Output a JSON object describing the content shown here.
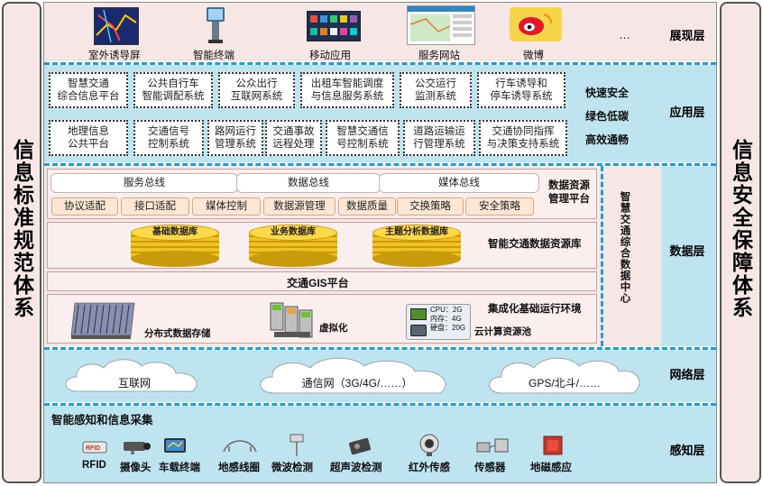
{
  "left_panel": {
    "title": "信息标准规范体系"
  },
  "right_panel": {
    "title": "信息安全保障体系"
  },
  "layers": {
    "presentation": "展现层",
    "application": "应用层",
    "data": "数据层",
    "network": "网络层",
    "perception": "感知层"
  },
  "presentation": {
    "items": [
      {
        "label": "室外诱导屏",
        "icon": "map-screen-icon"
      },
      {
        "label": "智能终端",
        "icon": "kiosk-icon"
      },
      {
        "label": "移动应用",
        "icon": "mobile-app-icon"
      },
      {
        "label": "服务网站",
        "icon": "website-icon"
      },
      {
        "label": "微博",
        "icon": "weibo-icon"
      }
    ],
    "more": "…"
  },
  "application": {
    "row1": [
      "智慧交通\n综合信息平台",
      "公共自行车\n智能调配系统",
      "公众出行\n互联网系统",
      "出租车智能调度\n与信息服务系统",
      "公交运行\n监测系统",
      "行车诱导和\n停车诱导系统"
    ],
    "row2": [
      "地理信息\n公共平台",
      "交通信号\n控制系统",
      "路网运行\n管理系统",
      "交通事故\n远程处理",
      "智慧交通信\n号控制系统",
      "道路运输运\n行管理系统",
      "交通协同指挥\n与决策支持系统"
    ],
    "slogans": [
      "快速安全",
      "绿色低碳",
      "高效通畅"
    ]
  },
  "data": {
    "buses": [
      "服务总线",
      "数据总线",
      "媒体总线"
    ],
    "tags": [
      "协议适配",
      "接口适配",
      "媒体控制",
      "数据源管理",
      "数据质量",
      "交换策略",
      "安全策略"
    ],
    "resource_platform": "数据资源\n管理平台",
    "databases": [
      "基础数据库",
      "业务数据库",
      "主题分析数据库"
    ],
    "resource_library": "智能交通数据资源库",
    "gis": "交通GIS平台",
    "env_title": "集成化基础运行环境",
    "storage": "分布式数据存储",
    "virtual": "虚拟化",
    "cloud_pool": "云计算资源池",
    "specs": [
      "CPU：2G",
      "内存：4G",
      "硬盘：20G"
    ],
    "center": "智慧交通综合数据中心"
  },
  "network": {
    "clouds": [
      "互联网",
      "通信网（3G/4G/……）",
      "GPS/北斗/……"
    ]
  },
  "perception": {
    "title": "智能感知和信息采集",
    "items": [
      {
        "label": "RFID",
        "icon": "rfid-icon"
      },
      {
        "label": "摄像头",
        "icon": "camera-icon"
      },
      {
        "label": "车载终端",
        "icon": "vehicle-terminal-icon"
      },
      {
        "label": "地感线圈",
        "icon": "induction-loop-icon"
      },
      {
        "label": "微波检测",
        "icon": "microwave-detector-icon"
      },
      {
        "label": "超声波检测",
        "icon": "ultrasonic-detector-icon"
      },
      {
        "label": "红外传感",
        "icon": "infrared-sensor-icon"
      },
      {
        "label": "传感器",
        "icon": "sensor-icon"
      },
      {
        "label": "地磁感应",
        "icon": "geomagnetic-sensor-icon"
      }
    ]
  }
}
